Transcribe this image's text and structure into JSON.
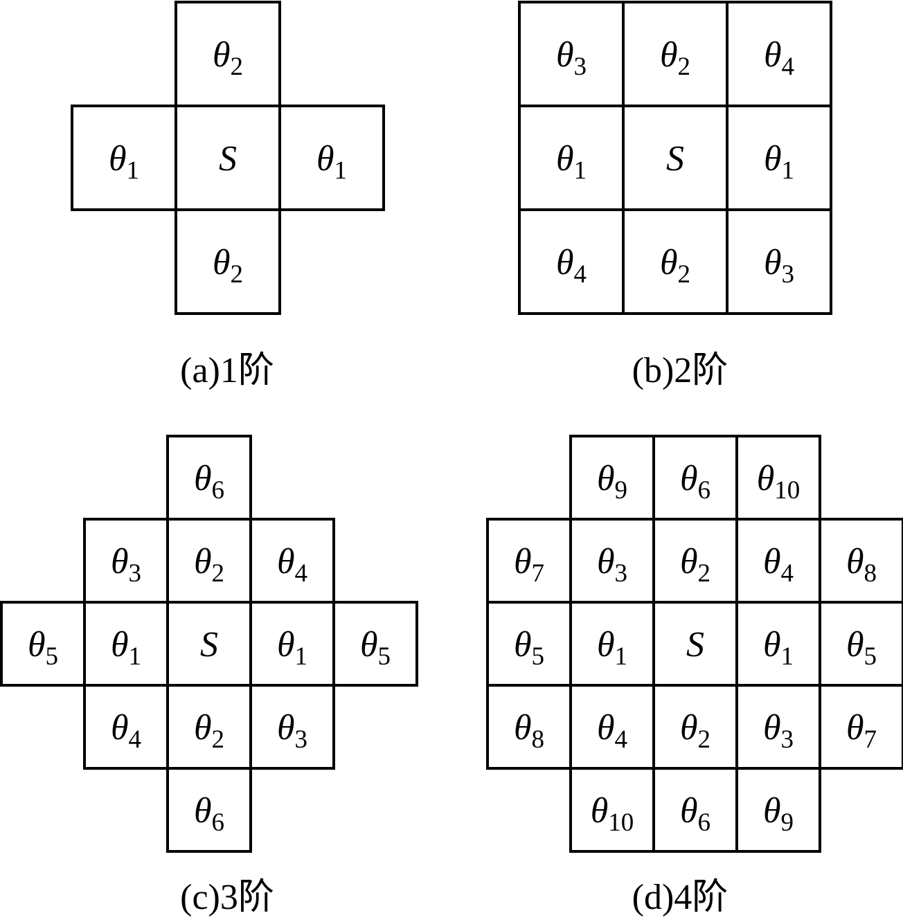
{
  "panels": [
    {
      "caption": "(a)1阶",
      "cells": [
        {
          "row": 0,
          "col": 1,
          "symbol": "θ",
          "sub": "2"
        },
        {
          "row": 1,
          "col": 0,
          "symbol": "θ",
          "sub": "1"
        },
        {
          "row": 1,
          "col": 1,
          "symbol": "S",
          "sub": ""
        },
        {
          "row": 1,
          "col": 2,
          "symbol": "θ",
          "sub": "1"
        },
        {
          "row": 2,
          "col": 1,
          "symbol": "θ",
          "sub": "2"
        }
      ]
    },
    {
      "caption": "(b)2阶",
      "cells": [
        {
          "row": 0,
          "col": 0,
          "symbol": "θ",
          "sub": "3"
        },
        {
          "row": 0,
          "col": 1,
          "symbol": "θ",
          "sub": "2"
        },
        {
          "row": 0,
          "col": 2,
          "symbol": "θ",
          "sub": "4"
        },
        {
          "row": 1,
          "col": 0,
          "symbol": "θ",
          "sub": "1"
        },
        {
          "row": 1,
          "col": 1,
          "symbol": "S",
          "sub": ""
        },
        {
          "row": 1,
          "col": 2,
          "symbol": "θ",
          "sub": "1"
        },
        {
          "row": 2,
          "col": 0,
          "symbol": "θ",
          "sub": "4"
        },
        {
          "row": 2,
          "col": 1,
          "symbol": "θ",
          "sub": "2"
        },
        {
          "row": 2,
          "col": 2,
          "symbol": "θ",
          "sub": "3"
        }
      ]
    },
    {
      "caption": "(c)3阶",
      "cells": [
        {
          "row": 0,
          "col": 2,
          "symbol": "θ",
          "sub": "6"
        },
        {
          "row": 1,
          "col": 1,
          "symbol": "θ",
          "sub": "3"
        },
        {
          "row": 1,
          "col": 2,
          "symbol": "θ",
          "sub": "2"
        },
        {
          "row": 1,
          "col": 3,
          "symbol": "θ",
          "sub": "4"
        },
        {
          "row": 2,
          "col": 0,
          "symbol": "θ",
          "sub": "5"
        },
        {
          "row": 2,
          "col": 1,
          "symbol": "θ",
          "sub": "1"
        },
        {
          "row": 2,
          "col": 2,
          "symbol": "S",
          "sub": ""
        },
        {
          "row": 2,
          "col": 3,
          "symbol": "θ",
          "sub": "1"
        },
        {
          "row": 2,
          "col": 4,
          "symbol": "θ",
          "sub": "5"
        },
        {
          "row": 3,
          "col": 1,
          "symbol": "θ",
          "sub": "4"
        },
        {
          "row": 3,
          "col": 2,
          "symbol": "θ",
          "sub": "2"
        },
        {
          "row": 3,
          "col": 3,
          "symbol": "θ",
          "sub": "3"
        },
        {
          "row": 4,
          "col": 2,
          "symbol": "θ",
          "sub": "6"
        }
      ]
    },
    {
      "caption": "(d)4阶",
      "cells": [
        {
          "row": 0,
          "col": 1,
          "symbol": "θ",
          "sub": "9"
        },
        {
          "row": 0,
          "col": 2,
          "symbol": "θ",
          "sub": "6"
        },
        {
          "row": 0,
          "col": 3,
          "symbol": "θ",
          "sub": "10"
        },
        {
          "row": 1,
          "col": 0,
          "symbol": "θ",
          "sub": "7"
        },
        {
          "row": 1,
          "col": 1,
          "symbol": "θ",
          "sub": "3"
        },
        {
          "row": 1,
          "col": 2,
          "symbol": "θ",
          "sub": "2"
        },
        {
          "row": 1,
          "col": 3,
          "symbol": "θ",
          "sub": "4"
        },
        {
          "row": 1,
          "col": 4,
          "symbol": "θ",
          "sub": "8"
        },
        {
          "row": 2,
          "col": 0,
          "symbol": "θ",
          "sub": "5"
        },
        {
          "row": 2,
          "col": 1,
          "symbol": "θ",
          "sub": "1"
        },
        {
          "row": 2,
          "col": 2,
          "symbol": "S",
          "sub": ""
        },
        {
          "row": 2,
          "col": 3,
          "symbol": "θ",
          "sub": "1"
        },
        {
          "row": 2,
          "col": 4,
          "symbol": "θ",
          "sub": "5"
        },
        {
          "row": 3,
          "col": 0,
          "symbol": "θ",
          "sub": "8"
        },
        {
          "row": 3,
          "col": 1,
          "symbol": "θ",
          "sub": "4"
        },
        {
          "row": 3,
          "col": 2,
          "symbol": "θ",
          "sub": "2"
        },
        {
          "row": 3,
          "col": 3,
          "symbol": "θ",
          "sub": "3"
        },
        {
          "row": 3,
          "col": 4,
          "symbol": "θ",
          "sub": "7"
        },
        {
          "row": 4,
          "col": 1,
          "symbol": "θ",
          "sub": "10"
        },
        {
          "row": 4,
          "col": 2,
          "symbol": "θ",
          "sub": "6"
        },
        {
          "row": 4,
          "col": 3,
          "symbol": "θ",
          "sub": "9"
        }
      ]
    }
  ]
}
